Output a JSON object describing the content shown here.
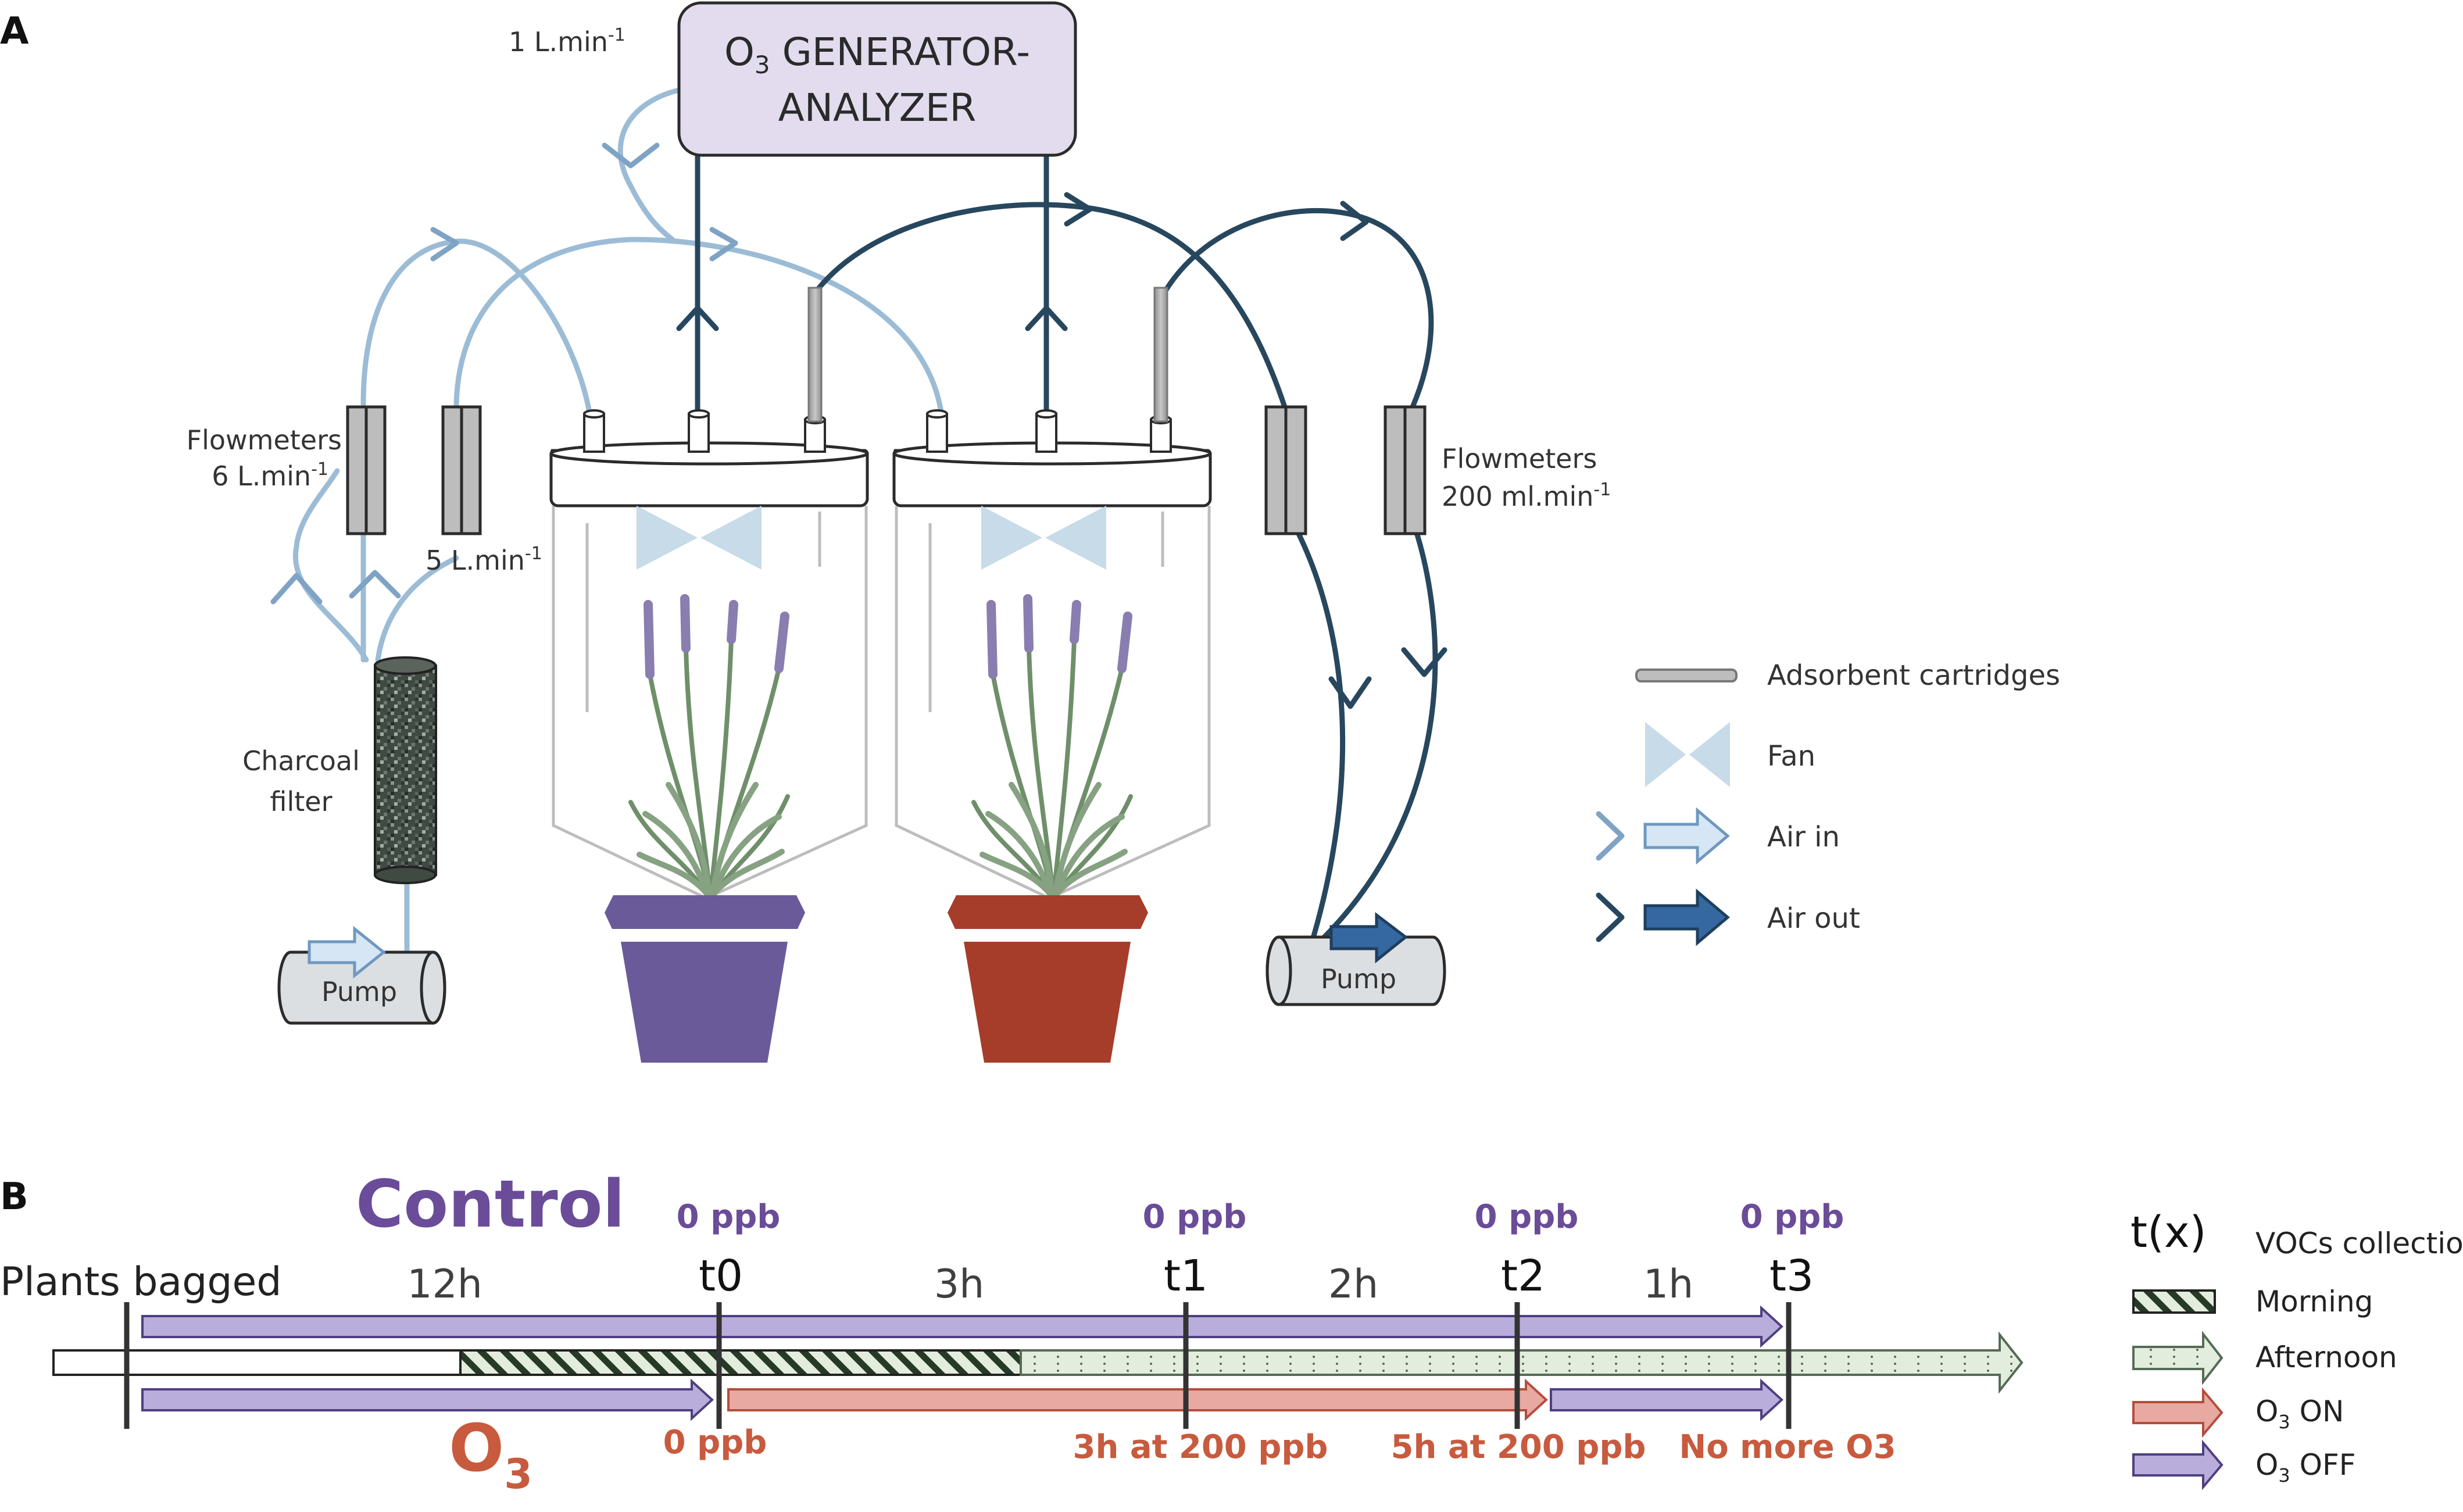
{
  "panel_a": {
    "letter": "A",
    "generator": {
      "line1_prefix": "O",
      "line1_sub": "3",
      "line1_suffix": " GENERATOR-",
      "line2": "ANALYZER"
    },
    "flow_generator": {
      "text": "1 L.min",
      "sup": "-1"
    },
    "flowmeters_left": {
      "line1": "Flowmeters",
      "line2": "6 L.min",
      "sup": "-1"
    },
    "flowmeter_5": {
      "text": "5 L.min",
      "sup": "-1"
    },
    "charcoal_filter": {
      "line1": "Charcoal",
      "line2": "filter"
    },
    "pump_left": "Pump",
    "pump_right": "Pump",
    "flowmeters_right": {
      "line1": "Flowmeters",
      "line2": "200 ml.min",
      "sup": "-1"
    },
    "legend": [
      {
        "icon": "adsorbent-cartridge-icon",
        "label": "Adsorbent cartridges"
      },
      {
        "icon": "fan-icon",
        "label": "Fan"
      },
      {
        "icon": "air-in-arrow-icon",
        "label": "Air in"
      },
      {
        "icon": "air-out-arrow-icon",
        "label": "Air out"
      }
    ]
  },
  "panel_b": {
    "letter": "B",
    "control_title": "Control",
    "o3_title": {
      "prefix": "O",
      "sub": "3"
    },
    "plants_bagged": "Plants bagged",
    "durations": [
      "12h",
      "3h",
      "2h",
      "1h"
    ],
    "timepoints": [
      {
        "label": "t0",
        "control_level": "0 ppb",
        "o3_level": "0 ppb"
      },
      {
        "label": "t1",
        "control_level": "0 ppb",
        "o3_level": "3h at 200 ppb"
      },
      {
        "label": "t2",
        "control_level": "0 ppb",
        "o3_level": "5h at 200 ppb"
      },
      {
        "label": "t3",
        "control_level": "0 ppb",
        "o3_level": "No more O3"
      }
    ],
    "legend": {
      "tx": "t(x)",
      "tx_label": "VOCs collection",
      "morning": "Morning",
      "afternoon": "Afternoon",
      "o3_on": {
        "prefix": "O",
        "sub": "3",
        "suffix": " ON"
      },
      "o3_off": {
        "prefix": "O",
        "sub": "3",
        "suffix": " OFF"
      }
    }
  },
  "colors": {
    "air_in": "#9cbcd6",
    "air_out": "#27475e",
    "control_purple": "#6a4c98",
    "o3_red": "#c85a3e",
    "pot_purple": "#6b5a9a",
    "pot_red": "#a63d2b",
    "off_bar": "#b9aedb",
    "on_bar": "#e7a9a1",
    "afternoon_fill": "#e3eddd",
    "generator_fill": "#e2dcee"
  }
}
